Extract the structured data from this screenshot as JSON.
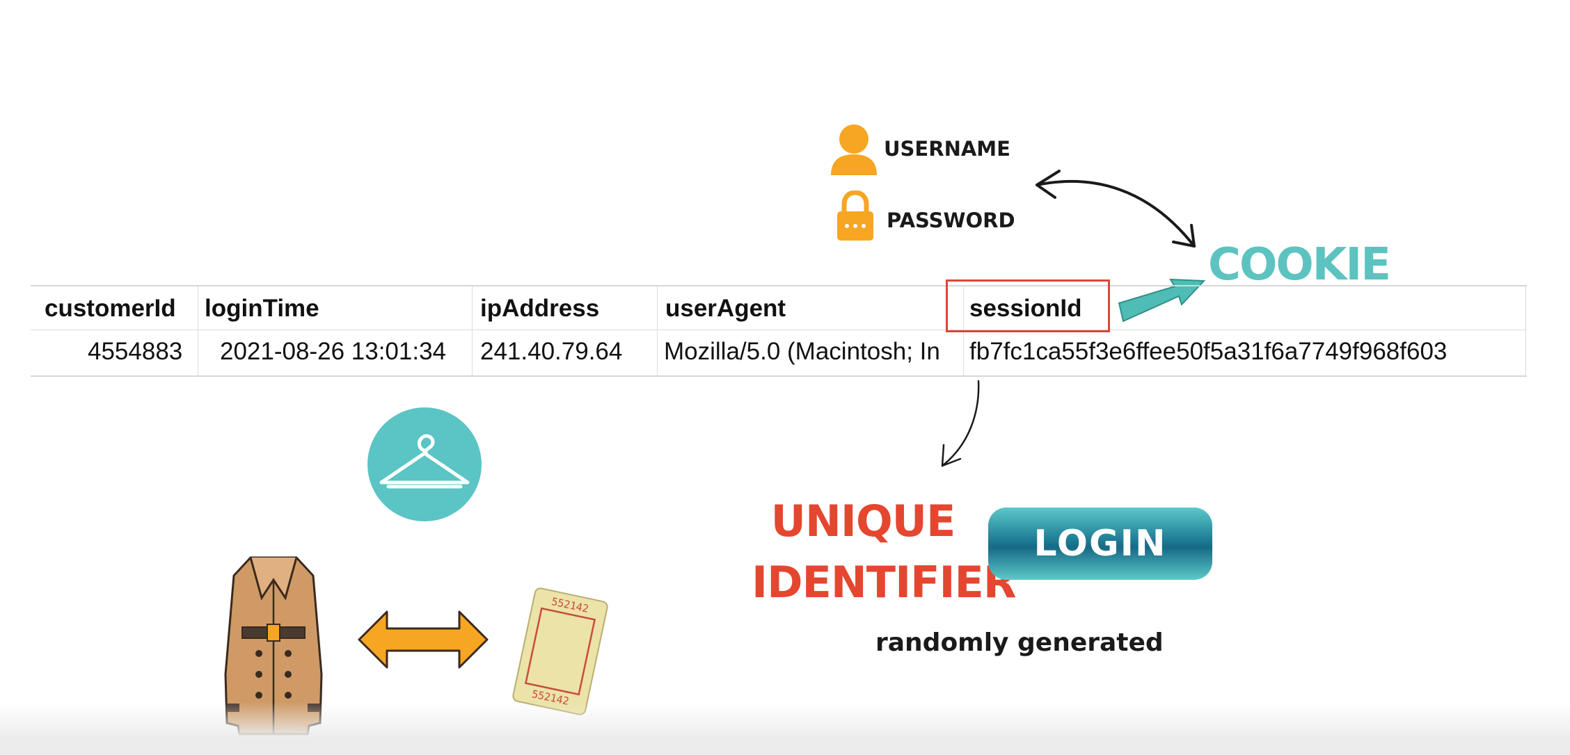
{
  "login_fields": {
    "username_label": "USERNAME",
    "password_label": "PASSWORD",
    "username_icon": "user-icon",
    "password_icon": "lock-icon"
  },
  "cookie_label": "COOKIE",
  "table": {
    "headers": [
      "customerId",
      "loginTime",
      "ipAddress",
      "userAgent",
      "sessionId"
    ],
    "row": [
      "4554883",
      "2021-08-26 13:01:34",
      "241.40.79.64",
      "Mozilla/5.0 (Macintosh; In",
      "fb7fc1ca55f3e6ffee50f5a31f6a7749f968f603"
    ],
    "highlighted_column": "sessionId"
  },
  "unique_identifier": {
    "line1": "UNIQUE",
    "line2": "IDENTIFIER"
  },
  "login_button": "LOGIN",
  "randomly_generated": "randomly generated",
  "coat_check": {
    "ticket_number": "552142",
    "icons": [
      "hanger-icon",
      "coat-icon",
      "double-arrow-icon",
      "ticket-icon"
    ]
  },
  "colors": {
    "teal": "#5bc4c4",
    "orange": "#f6a623",
    "red": "#e5462f",
    "highlight_border": "#d9473a"
  }
}
